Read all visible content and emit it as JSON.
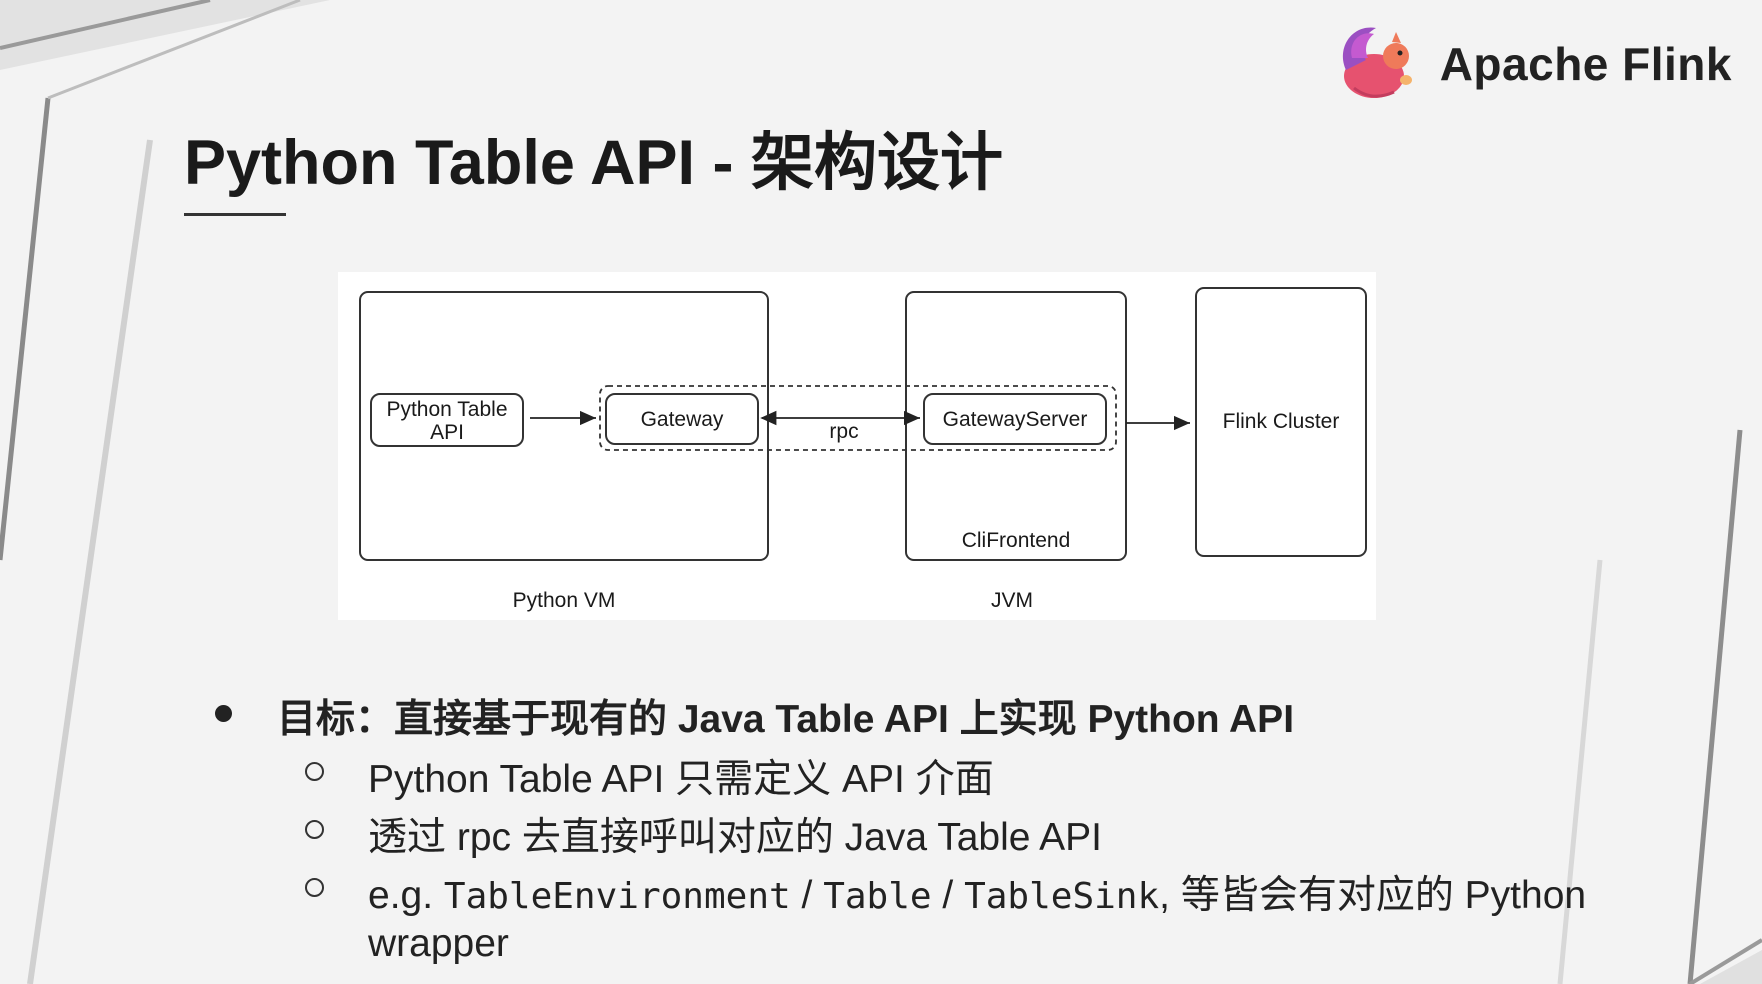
{
  "brand": {
    "name": "Apache Flink",
    "logo_icon": "squirrel-logo-icon",
    "accent": "#e6526f"
  },
  "slide": {
    "title": "Python Table API - 架构设计"
  },
  "diagram": {
    "python_vm_label": "Python VM",
    "jvm_label": "JVM",
    "python_table_api_line1": "Python Table",
    "python_table_api_line2": "API",
    "gateway_label": "Gateway",
    "rpc_label": "rpc",
    "gateway_server_label": "GatewayServer",
    "cli_frontend_label": "CliFrontend",
    "flink_cluster_label": "Flink Cluster"
  },
  "bullets": {
    "main": "目标：直接基于现有的 Java Table API 上实现 Python API",
    "sub1": "Python Table API 只需定义 API 介面",
    "sub2": "透过 rpc 去直接呼叫对应的 Java Table API",
    "sub3_prefix": "e.g. ",
    "sub3_code1": "TableEnvironment",
    "sub3_sep1": " / ",
    "sub3_code2": "Table",
    "sub3_sep2": " / ",
    "sub3_code3": "TableSink",
    "sub3_suffix": ", 等皆会有对应的 Python",
    "sub3_cont": "wrapper"
  }
}
